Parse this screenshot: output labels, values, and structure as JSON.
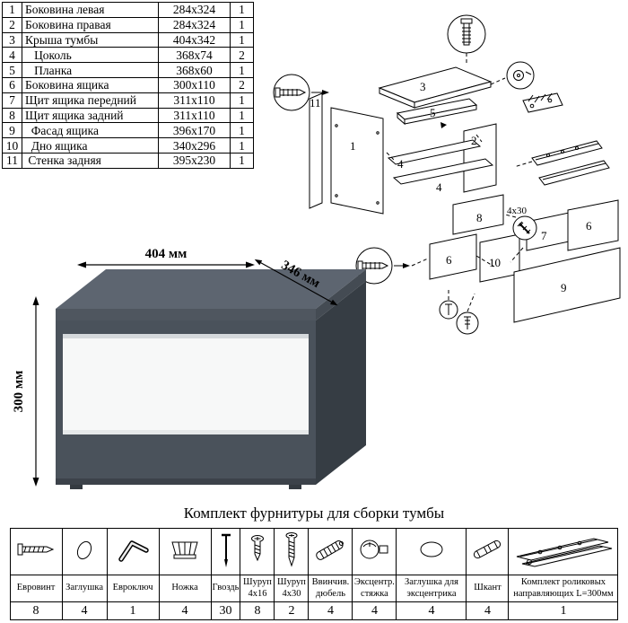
{
  "parts_table": {
    "rows": [
      {
        "num": "1",
        "name": "Боковина левая",
        "size": "284x324",
        "qty": "1"
      },
      {
        "num": "2",
        "name": "Боковина правая",
        "size": "284x324",
        "qty": "1"
      },
      {
        "num": "3",
        "name": "Крыша тумбы",
        "size": "404x342",
        "qty": "1"
      },
      {
        "num": "4",
        "name": "   Цоколь",
        "size": "368x74",
        "qty": "2"
      },
      {
        "num": "5",
        "name": "   Планка",
        "size": "368x60",
        "qty": "1"
      },
      {
        "num": "6",
        "name": "Боковина ящика",
        "size": "300x110",
        "qty": "2"
      },
      {
        "num": "7",
        "name": "Щит ящика передний",
        "size": "311x110",
        "qty": "1"
      },
      {
        "num": "8",
        "name": "Щит ящика задний",
        "size": "311x110",
        "qty": "1"
      },
      {
        "num": "9",
        "name": "  Фасад ящика",
        "size": "396x170",
        "qty": "1"
      },
      {
        "num": "10",
        "name": "  Дно ящика",
        "size": "340x296",
        "qty": "1"
      },
      {
        "num": "11",
        "name": " Стенка задняя",
        "size": "395x230",
        "qty": "1"
      }
    ]
  },
  "exploded": {
    "labels": [
      "3",
      "11",
      "1",
      "5",
      "2",
      "4",
      "4",
      "8",
      "4x30",
      "7",
      "6",
      "6",
      "10",
      "9"
    ]
  },
  "product": {
    "dim_width": "404 мм",
    "dim_depth": "346 мм",
    "dim_height": "300 мм"
  },
  "hardware": {
    "title": "Комплект фурнитуры для сборки тумбы",
    "items": [
      {
        "label": "Евровинт",
        "count": "8"
      },
      {
        "label": "Заглушка",
        "count": "4"
      },
      {
        "label": "Евроключ",
        "count": "1"
      },
      {
        "label": "Ножка",
        "count": "4"
      },
      {
        "label": "Гвоздь",
        "count": "30"
      },
      {
        "label": "Шуруп\n4x16",
        "count": "8"
      },
      {
        "label": "Шуруп\n4x30",
        "count": "2"
      },
      {
        "label": "Ввинчив.\nдюбель",
        "count": "4"
      },
      {
        "label": "Эксцентр.\nстяжка",
        "count": "4"
      },
      {
        "label": "Заглушка для\nэксцентрика",
        "count": "4"
      },
      {
        "label": "Шкант",
        "count": "4"
      },
      {
        "label": "Комплект роликовых\nнаправляющих L=300мм",
        "count": "1"
      }
    ]
  }
}
